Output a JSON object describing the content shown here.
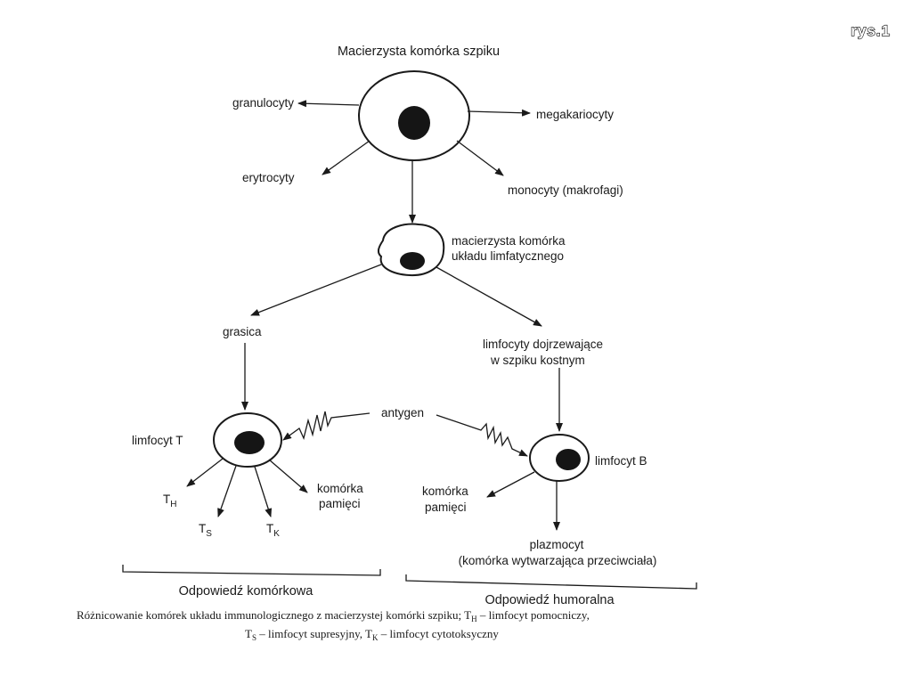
{
  "figure_label": "rys.1",
  "nodes": {
    "stem_cell": "Macierzysta komórka szpiku",
    "granulocytes": "granulocyty",
    "megakaryocytes": "megakariocyty",
    "erythrocytes": "erytrocyty",
    "monocytes": "monocyty (makrofagi)",
    "lymph_stem_1": "macierzysta komórka",
    "lymph_stem_2": "układu limfatycznego",
    "thymus": "grasica",
    "bone_marrow_1": "limfocyty dojrzewające",
    "bone_marrow_2": "w szpiku kostnym",
    "antigen": "antygen",
    "t_cell": "limfocyt T",
    "b_cell": "limfocyt B",
    "t_h": "T",
    "t_h_sub": "H",
    "t_s": "T",
    "t_s_sub": "S",
    "t_k": "T",
    "t_k_sub": "K",
    "memory_t_1": "komórka",
    "memory_t_2": "pamięci",
    "memory_b_1": "komórka",
    "memory_b_2": "pamięci",
    "plasma_1": "plazmocyt",
    "plasma_2": "(komórka wytwarzająca przeciwciała)"
  },
  "brackets": {
    "cellular": "Odpowiedź komórkowa",
    "humoral": "Odpowiedź humoralna"
  },
  "caption": {
    "line1": "Różnicowanie komórek układu immunologicznego z macierzystej komórki szpiku; T",
    "line1_sub": "H",
    "line1_end": " – limfocyt pomocniczy,",
    "line2_a": "T",
    "line2_sub_a": "S",
    "line2_b": " – limfocyt supresyjny, T",
    "line2_sub_b": "K",
    "line2_c": " – limfocyt cytotoksyczny"
  }
}
